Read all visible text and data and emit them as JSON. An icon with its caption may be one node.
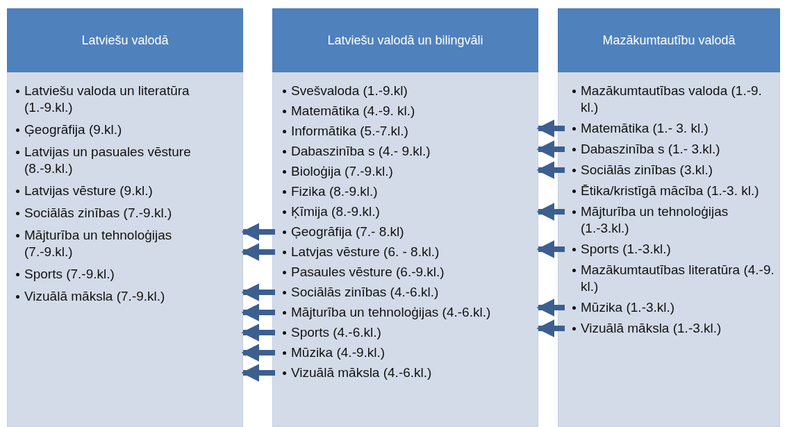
{
  "diagram": {
    "nodes": [
      {
        "text": [
          "Latviešu valodā"
        ]
      },
      {
        "text": [],
        "shape": "box"
      },
      {
        "text": [
          "Latviešu valoda un literatūra (1.-9.kl.)"
        ],
        "in": 1
      },
      {
        "text": [
          "Ģeogrāfija (9.kl.)"
        ],
        "in": 1
      },
      {
        "text": [
          "Latvijas un pasuales vēsture (8.-9.kl.)"
        ],
        "in": 1
      },
      {
        "text": [
          "Latvijas vēsture  (9.kl.)"
        ],
        "in": 1
      },
      {
        "text": [
          "Sociālās zinības (7.-9.kl.)"
        ],
        "in": 1
      },
      {
        "text": [
          "Mājturība un tehnoloģijas  (7.-9.kl.)"
        ],
        "in": 1
      },
      {
        "text": [
          "Sports (7.-9.kl.)"
        ],
        "in": 1
      },
      {
        "text": [
          "Vizuālā māksla (7.-9.kl.)"
        ],
        "in": 1
      },
      {
        "text": [
          "Latviešu valodā un bilingvāli"
        ]
      },
      {
        "text": [],
        "shape": "box"
      },
      {
        "text": [
          "Svešvaloda (1.-9.kl)"
        ],
        "in": 11
      },
      {
        "text": [
          "Matemātika (4.-9. kl.)"
        ],
        "in": 11
      },
      {
        "text": [
          "Informātika (5.-7.kl.)"
        ],
        "in": 11
      },
      {
        "text": [
          "Dabaszinība s (4.- 9.kl.)"
        ],
        "in": 11
      },
      {
        "text": [
          "Bioloģija (7.-9.kl.)"
        ],
        "in": 11
      },
      {
        "text": [
          "Fizika (8.-9.kl.)"
        ],
        "in": 11
      },
      {
        "text": [
          "Ķīmija (8.-9.kl.)"
        ],
        "in": 11
      },
      {
        "text": [
          "Ģeogrāfija (7.- 8.kl)"
        ],
        "in": 11
      },
      {
        "text": [
          "Latvjas vēsture (6. - 8.kl.)"
        ],
        "in": 11
      },
      {
        "text": [
          "Pasaules vēsture (6.-9.kl.)"
        ],
        "in": 11
      },
      {
        "text": [
          "Sociālās zinības (4.-6.kl.)"
        ],
        "in": 11
      },
      {
        "text": [
          "Mājturība un tehnoloģijas  (4.-6.kl.)"
        ],
        "in": 11
      },
      {
        "text": [
          "Sports (4.-6.kl.)"
        ],
        "in": 11
      },
      {
        "text": [
          "Mūzika (4.-9.kl.)"
        ],
        "in": 11
      },
      {
        "text": [
          "Vizuālā māksla (4.-6.kl.)"
        ],
        "in": 11
      },
      {
        "text": [
          "Mazākumtautību valodā"
        ]
      },
      {
        "text": [],
        "shape": "box"
      },
      {
        "text": [
          "Mazākumtautības valoda (1.-9. kl.)"
        ],
        "in": 28
      },
      {
        "text": [
          "Matemātika (1.-  3. kl.)"
        ],
        "in": 28
      },
      {
        "text": [
          "Dabaszinība s (1.- 3.kl.)"
        ],
        "in": 28
      },
      {
        "text": [
          "Sociālās zinības (3.kl.)"
        ],
        "in": 28
      },
      {
        "text": [
          "Ētika/kristīgā mācība (1.-3. kl.)"
        ],
        "in": 28
      },
      {
        "text": [
          "Mājturība un tehnoloģijas  (1.-3.kl.)"
        ],
        "in": 28
      },
      {
        "text": [
          "Sports (1.-3.kl.)"
        ],
        "in": 28
      },
      {
        "text": [
          "Mazākumtautības literatūra (4.-9. kl.)"
        ],
        "in": 28
      },
      {
        "text": [
          "Mūzika (1.-3.kl.)"
        ],
        "in": 28
      },
      {
        "text": [
          "Vizuālā māksla (1.-3.kl.)"
        ],
        "in": 28
      }
    ],
    "edges": [
      {
        "from": 19,
        "to": 1,
        "arrow": "to"
      },
      {
        "from": 20,
        "to": 1,
        "arrow": "to"
      },
      {
        "from": 22,
        "to": 1,
        "arrow": "to"
      },
      {
        "from": 23,
        "to": 1,
        "arrow": "to"
      },
      {
        "from": 24,
        "to": 1,
        "arrow": "to"
      },
      {
        "from": 25,
        "to": 1,
        "arrow": "to"
      },
      {
        "from": 26,
        "to": 1,
        "arrow": "to"
      },
      {
        "from": 30,
        "to": 11,
        "arrow": "to"
      },
      {
        "from": 31,
        "to": 11,
        "arrow": "to"
      },
      {
        "from": 32,
        "to": 11,
        "arrow": "to"
      },
      {
        "from": 34,
        "to": 11,
        "arrow": "to"
      },
      {
        "from": 35,
        "to": 11,
        "arrow": "to"
      },
      {
        "from": 37,
        "to": 11,
        "arrow": "to"
      },
      {
        "from": 38,
        "to": 11,
        "arrow": "to"
      }
    ]
  }
}
